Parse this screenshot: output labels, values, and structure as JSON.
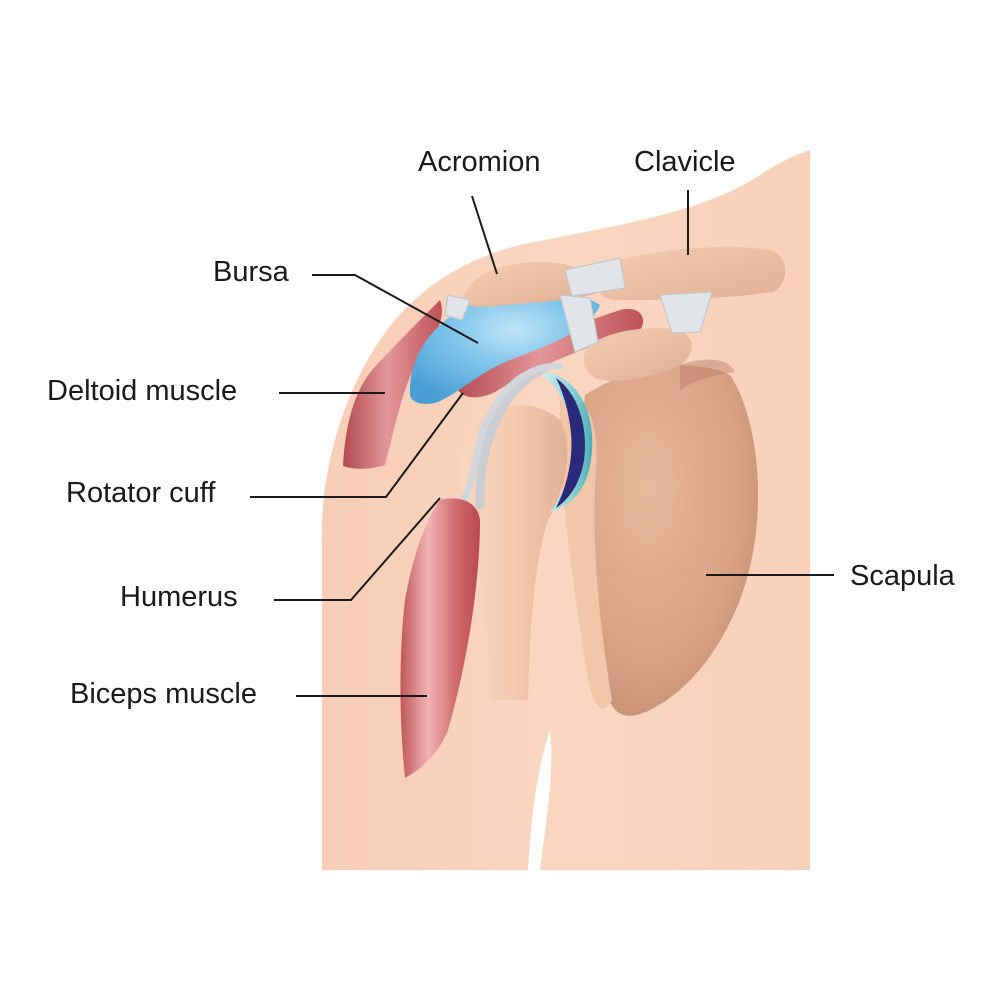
{
  "labels": {
    "acromion": "Acromion",
    "clavicle": "Clavicle",
    "bursa": "Bursa",
    "deltoid": "Deltoid muscle",
    "rotator_cuff": "Rotator cuff",
    "humerus": "Humerus",
    "biceps": "Biceps muscle",
    "scapula": "Scapula"
  },
  "colors": {
    "skin": "#f9d3bd",
    "bone": "#f1c6a8",
    "bone_shadow": "#d9a68a",
    "muscle": "#c8575c",
    "muscle_light": "#e8a2a4",
    "bursa": "#7cc3ea",
    "cartilage": "#a6dde0",
    "ligament": "#e2e6ea",
    "leader_line": "#1a1a1a"
  }
}
